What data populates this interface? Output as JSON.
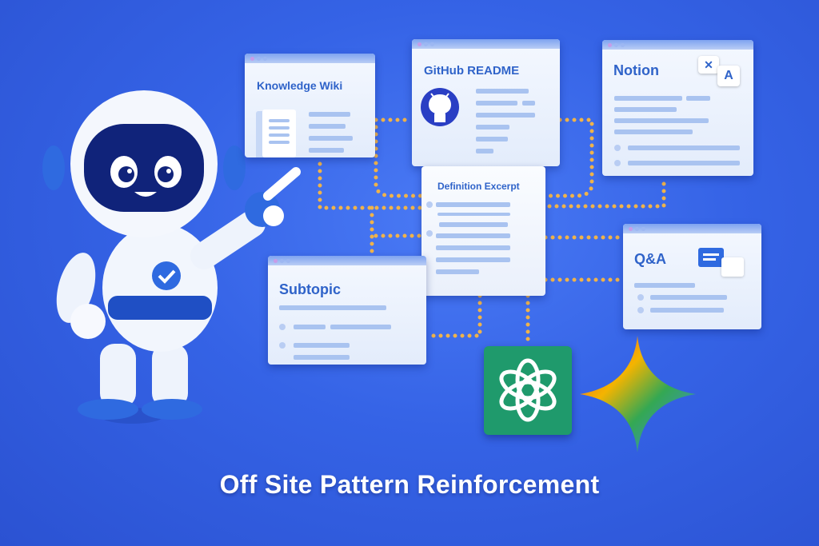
{
  "cards": {
    "wiki": {
      "title": "Knowledge Wiki"
    },
    "github": {
      "title": "GitHub README"
    },
    "notion": {
      "title": "Notion",
      "translate_badge": "A"
    },
    "definition": {
      "title": "Definition Excerpt"
    },
    "qa": {
      "title": "Q&A"
    },
    "subtopic": {
      "title": "Subtopic"
    }
  },
  "logos": [
    "openai-logo",
    "gemini-logo",
    "github-logo"
  ],
  "headline": "Off Site Pattern Reinforcement",
  "colors": {
    "background": "#3563e6",
    "connector": "#f0b34a",
    "card_title": "#2f63c9",
    "openai": "#10a37f"
  }
}
